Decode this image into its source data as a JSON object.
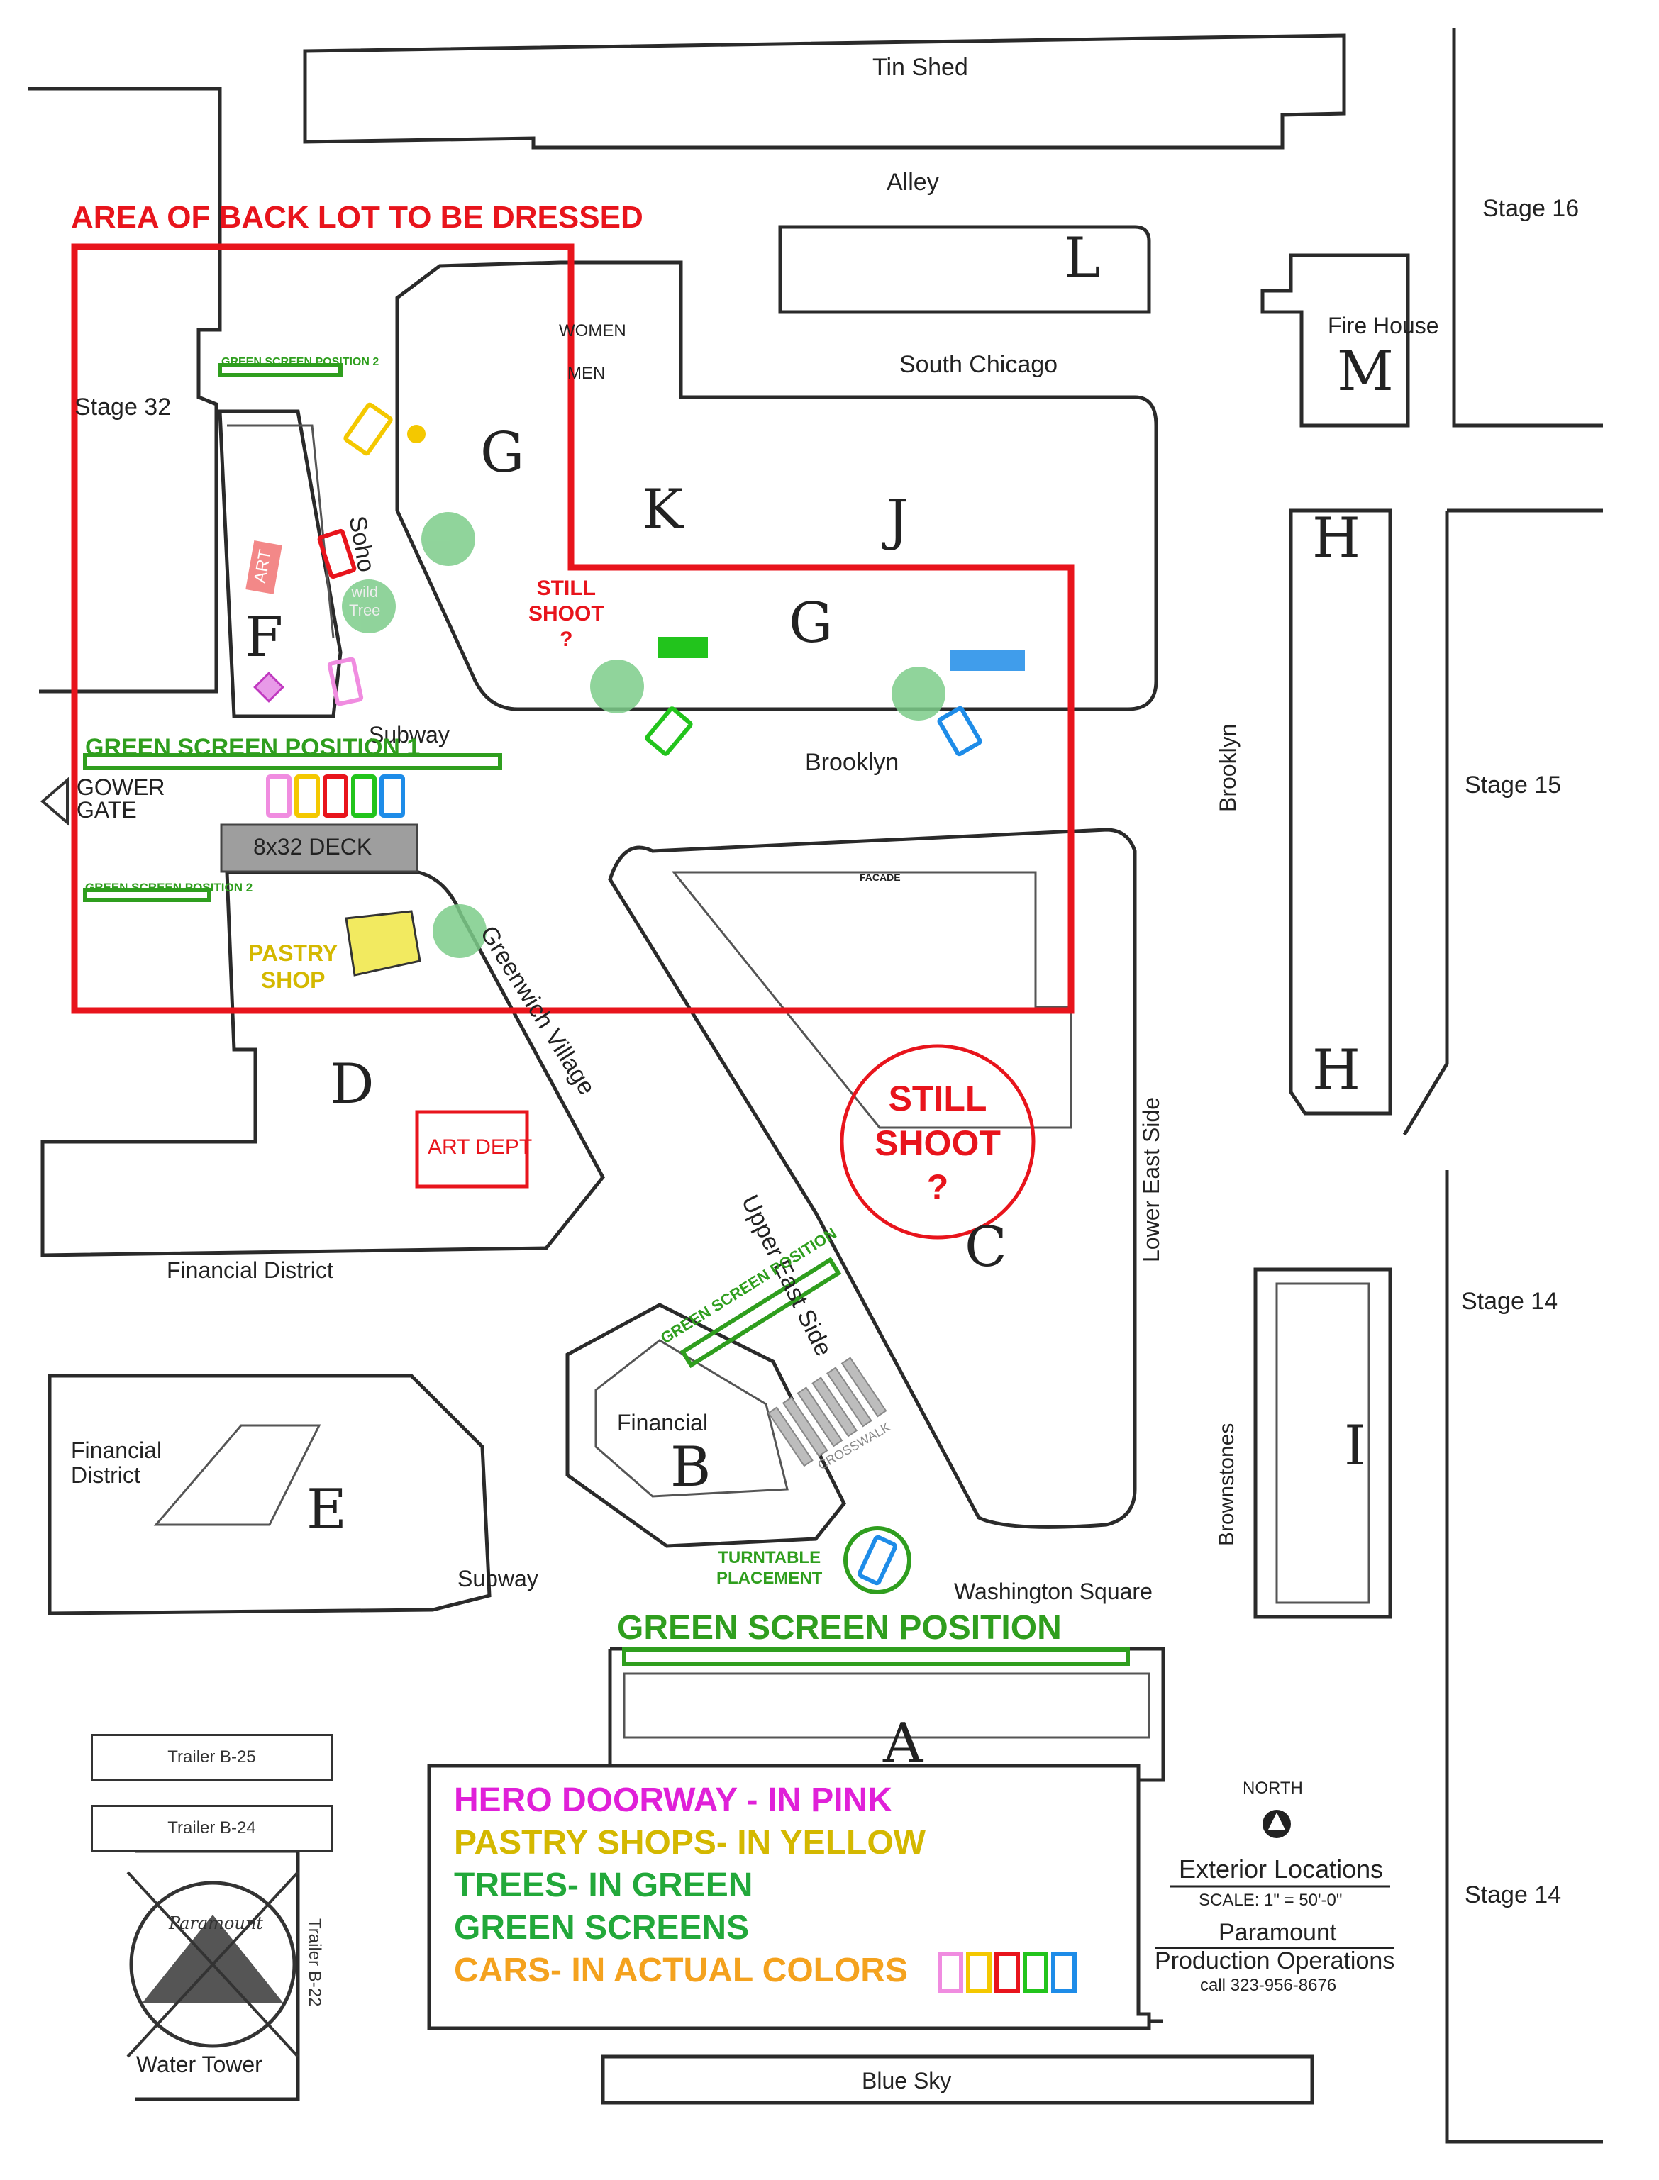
{
  "map": {
    "header": "AREA OF BACK LOT TO BE DRESSED",
    "places": {
      "tin_shed": "Tin Shed",
      "alley": "Alley",
      "stage_16": "Stage 16",
      "stage_32": "Stage 32",
      "stage_15": "Stage 15",
      "stage_14a": "Stage 14",
      "stage_14b": "Stage 14",
      "south_chicago": "South Chicago",
      "fire_house": "Fire House",
      "brooklyn": "Brooklyn",
      "brooklyn_vertical": "Brooklyn",
      "soho": "Soho",
      "subway_1": "Subway",
      "subway_2": "Subway",
      "gower_gate": "GOWER\nGATE",
      "greenwich_village": "Greenwich Village",
      "lower_east_side": "Lower East Side",
      "upper_east_side": "Upper East Side",
      "financial_district_1": "Financial District",
      "financial_district_2": "Financial\nDistrict",
      "financial": "Financial",
      "brownstones": "Brownstones",
      "washington_square": "Washington Square",
      "blue_sky": "Blue Sky",
      "water_tower": "Water Tower",
      "women": "WOMEN",
      "men": "MEN",
      "facade": "FACADE",
      "crosswalk": "CROSSWALK",
      "wild_tree": "wild\nTree",
      "art": "ART"
    },
    "building_letters": {
      "L": "L",
      "M": "M",
      "G1": "G",
      "K": "K",
      "J": "J",
      "G2": "G",
      "H1": "H",
      "H2": "H",
      "F": "F",
      "D": "D",
      "C": "C",
      "B": "B",
      "E": "E",
      "I": "I",
      "A": "A"
    },
    "annotations": {
      "still_shoot_small": "STILL\nSHOOT\n?",
      "still_shoot_big": "STILL\nSHOOT\n?",
      "green_screen_1": "GREEN SCREEN POSITION 1",
      "green_screen_2_top": "GREEN SCREEN POSITION 2",
      "green_screen_2_mid": "GREEN SCREEN POSITION 2",
      "green_screen_diag": "GREEN SCREEN POSITION",
      "green_screen_bottom": "GREEN SCREEN POSITION",
      "deck": "8x32 DECK",
      "pastry_shop": "PASTRY\nSHOP",
      "art_dept": "ART DEPT",
      "turntable": "TURNTABLE\nPLACEMENT"
    },
    "trailers": [
      "Trailer B-25",
      "Trailer B-24",
      "Trailer B-22"
    ],
    "legend": {
      "hero": "HERO DOORWAY -  IN PINK",
      "pastry": "PASTRY SHOPS- IN YELLOW",
      "trees": "TREES- IN GREEN",
      "screens": "GREEN SCREENS",
      "cars": "CARS- IN ACTUAL COLORS"
    },
    "info": {
      "north": "NORTH",
      "title": "Exterior Locations",
      "scale": "SCALE: 1\" = 50'-0\"",
      "org_line1": "Paramount",
      "org_line2": "Production Operations",
      "phone": "call 323-956-8676",
      "logo_script": "Paramount"
    },
    "colors": {
      "red": "#e8141c",
      "green_screen": "#2f9e1e",
      "tree": "#7dcc8a",
      "pink": "#e040d8",
      "yellow": "#e5c400",
      "blue": "#1e90e8",
      "car_pink": "#f08ce0",
      "car_yellow": "#f4c800",
      "car_red": "#e8141c",
      "car_green": "#22c41c",
      "car_blue": "#1e8ce8",
      "legend_hero": "#e020d8",
      "legend_pastry": "#d4b800",
      "legend_trees": "#22a83a",
      "legend_cars": "#f4a21e",
      "deck_fill": "#9e9e9e"
    }
  }
}
